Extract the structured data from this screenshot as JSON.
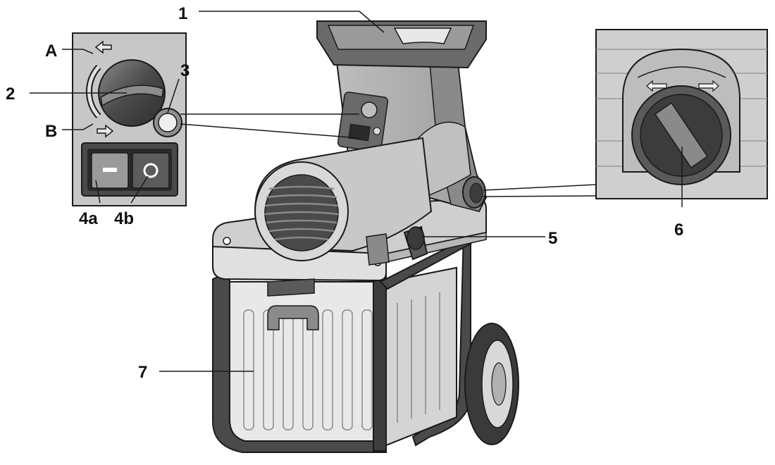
{
  "callouts": {
    "c1": "1",
    "c2": "2",
    "c3": "3",
    "c4a": "4a",
    "c4b": "4b",
    "c5": "5",
    "c6": "6",
    "c7": "7",
    "cA": "A",
    "cB": "B"
  },
  "colors": {
    "outline": "#1a1a1a",
    "dark": "#5a5a5a",
    "mid": "#a8a8a8",
    "light": "#cfcfcf",
    "pale": "#e6e6e6",
    "white": "#f4f4f4"
  }
}
